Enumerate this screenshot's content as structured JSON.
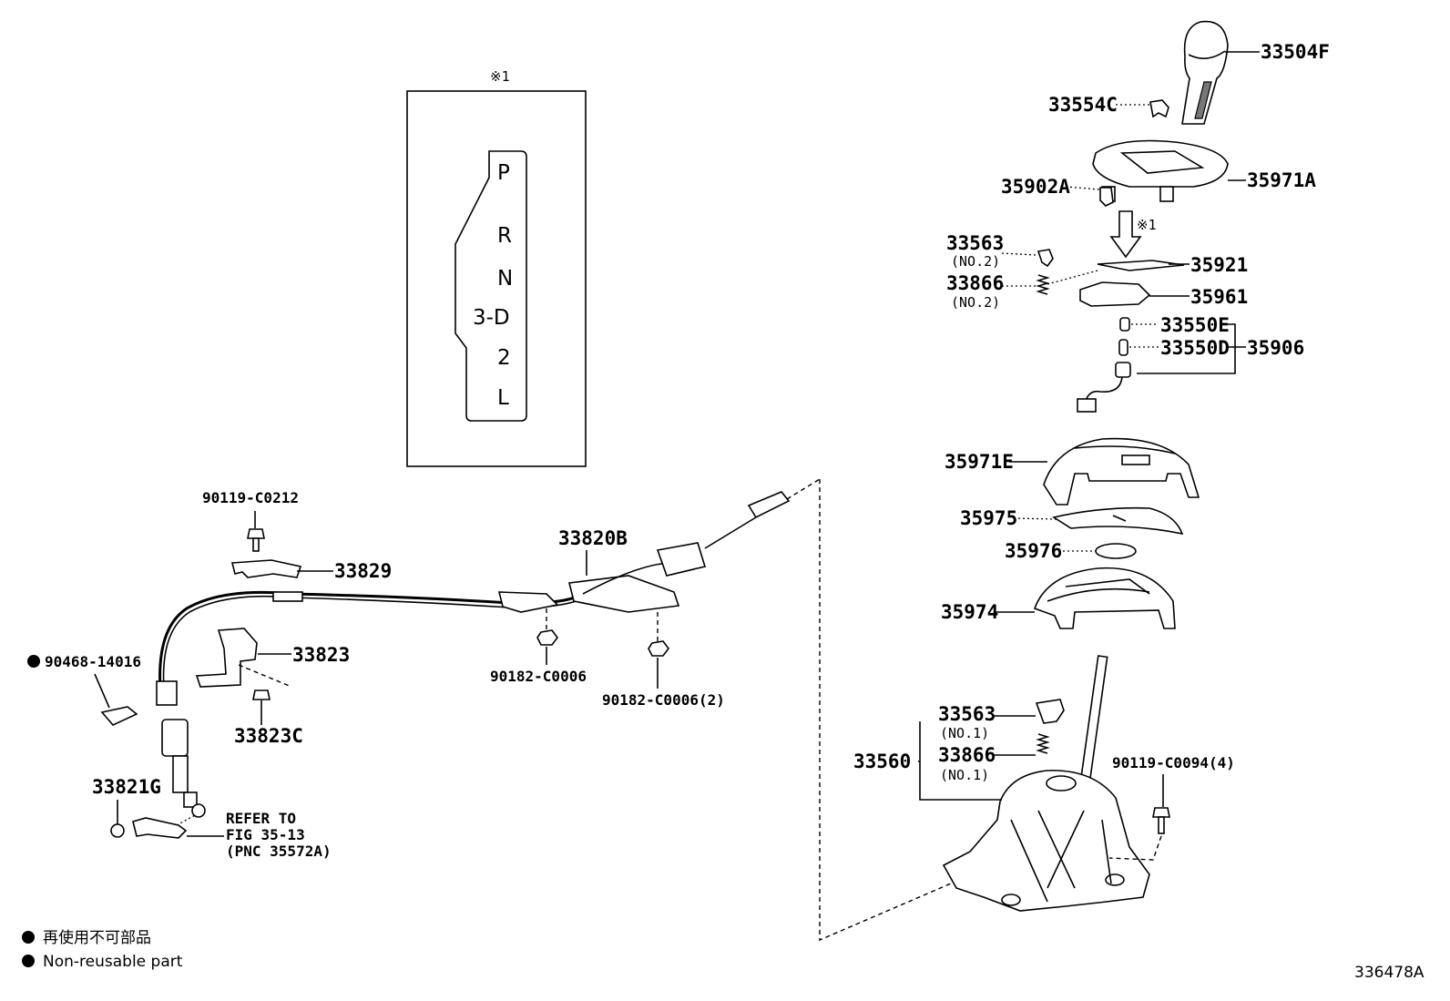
{
  "figure_id": "336478A",
  "view_marker": "※1",
  "shift_gate": [
    "P",
    "R",
    "N",
    "3-D",
    "2",
    "L"
  ],
  "legend": {
    "jp": "再使用不可部品",
    "en": "Non-reusable part"
  },
  "refer_to": [
    "REFER TO",
    "FIG 35-13",
    "(PNC 35572A)"
  ],
  "parts": {
    "p33504F": "33504F",
    "p33554C": "33554C",
    "p35902A": "35902A",
    "p35971A": "35971A",
    "p33563a": "33563",
    "p33563a_sub": "(NO.2)",
    "p33866a": "33866",
    "p33866a_sub": "(NO.2)",
    "p35921": "35921",
    "p35961": "35961",
    "p33550E": "33550E",
    "p33550D": "33550D",
    "p35906": "35906",
    "p35971E": "35971E",
    "p35975": "35975",
    "p35976": "35976",
    "p35974": "35974",
    "p33563b": "33563",
    "p33563b_sub": "(NO.1)",
    "p33866b": "33866",
    "p33866b_sub": "(NO.1)",
    "p33560": "33560",
    "p90119_C0094": "90119-C0094(4)",
    "p90119_C0212": "90119-C0212",
    "p33829": "33829",
    "p33820B": "33820B",
    "p33823": "33823",
    "p33823C": "33823C",
    "p90468_14016": "90468-14016",
    "p90182_C0006": "90182-C0006",
    "p90182_C0006_2": "90182-C0006(2)",
    "p33821G": "33821G"
  }
}
